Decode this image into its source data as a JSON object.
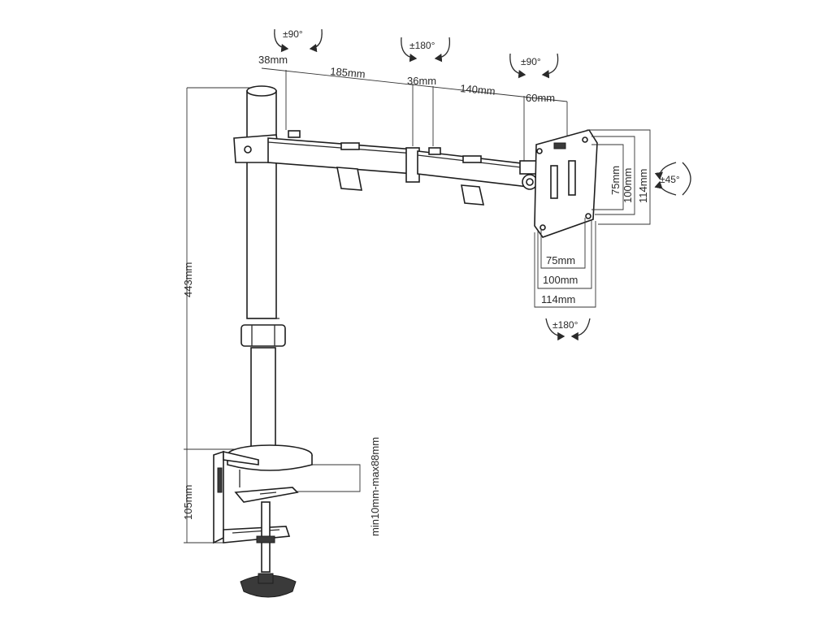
{
  "labels": {
    "arm_segment_1": "38mm",
    "arm_segment_2": "185mm",
    "arm_segment_3": "36mm",
    "arm_segment_4": "140mm",
    "arm_segment_5": "60mm",
    "pole_height": "443mm",
    "clamp_height": "105mm",
    "desk_thickness": "min10mm-max88mm",
    "vesa_w_75": "75mm",
    "vesa_w_100": "100mm",
    "vesa_w_114": "114mm",
    "vesa_h_75": "75mm",
    "vesa_h_100": "100mm",
    "vesa_h_114": "114mm"
  },
  "rotations": {
    "pole_rotation": "±90°",
    "elbow_rotation": "±180°",
    "head_swivel": "±90°",
    "tilt": "±45°",
    "rotate": "±180°"
  },
  "colors": {
    "line": "#2a2a2a",
    "background": "#ffffff"
  }
}
